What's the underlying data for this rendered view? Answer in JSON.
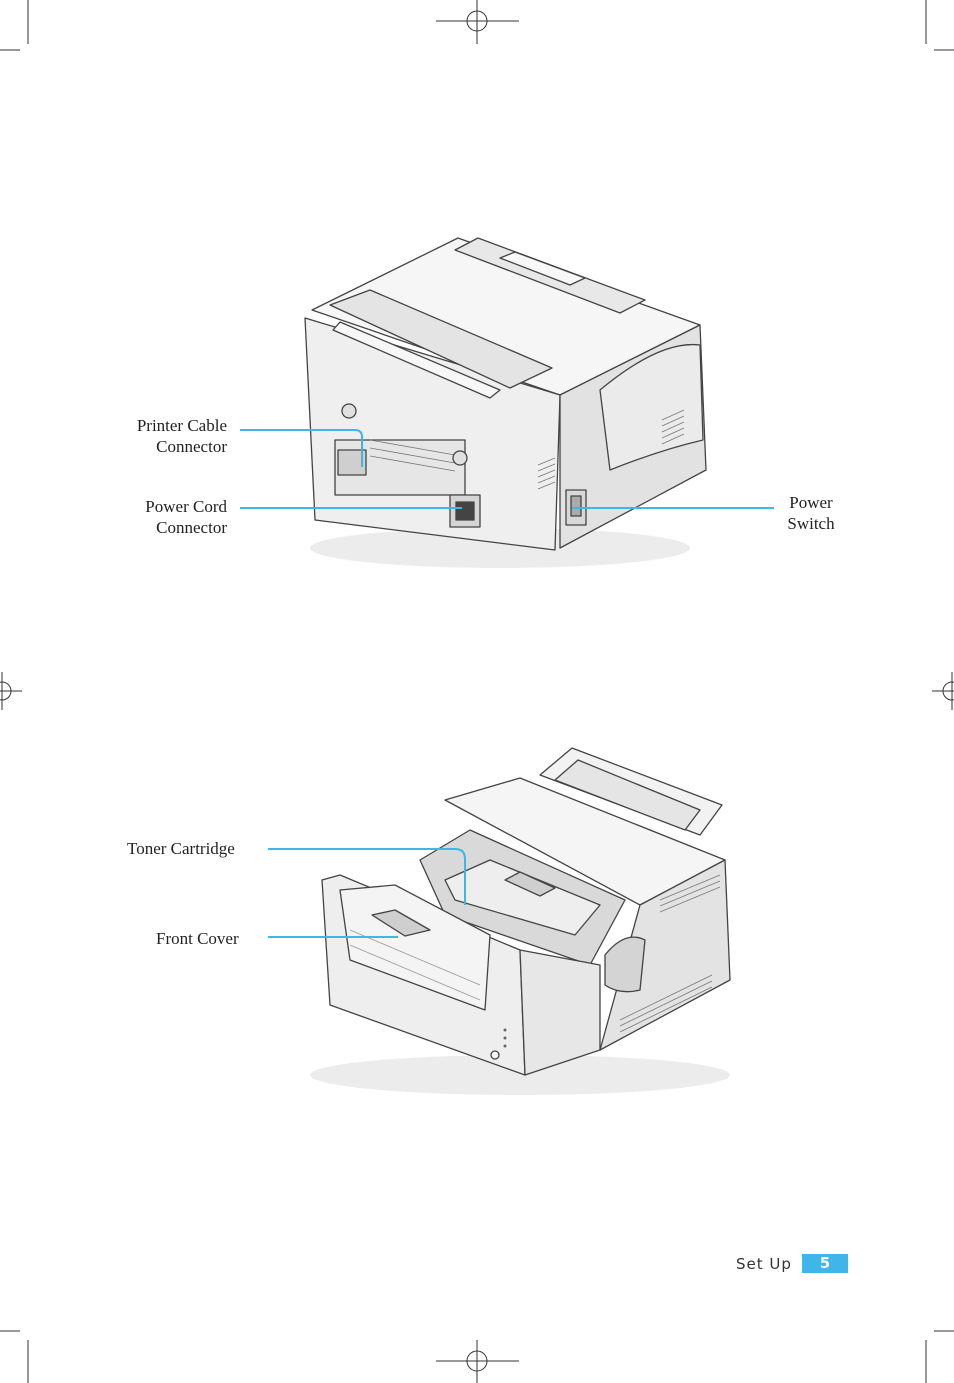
{
  "labels": {
    "printer_cable_line1": "Printer Cable",
    "printer_cable_line2": "Connector",
    "power_cord_line1": "Power Cord",
    "power_cord_line2": "Connector",
    "power_switch_line1": "Power",
    "power_switch_line2": "Switch",
    "toner_cartridge": "Toner Cartridge",
    "front_cover": "Front Cover"
  },
  "footer": {
    "section": "Set Up",
    "page_number": "5"
  },
  "colors": {
    "callout": "#3fb6ea",
    "outline": "#444444",
    "body_fill": "#f1f1f1",
    "shade_fill": "#dcdcdc"
  },
  "icons": [
    "crop-mark-icon",
    "registration-mark-icon"
  ]
}
